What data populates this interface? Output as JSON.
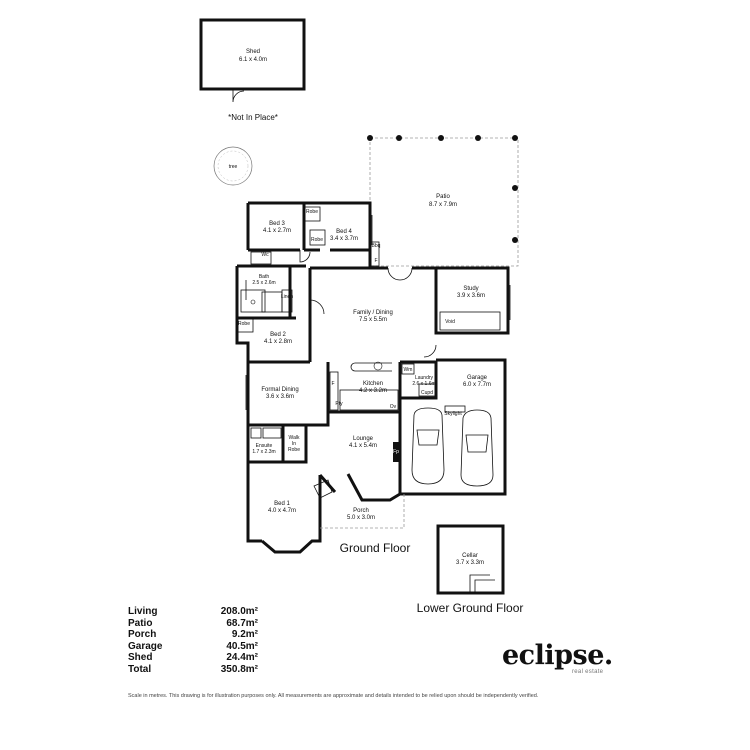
{
  "rooms": {
    "shed": {
      "name": "Shed",
      "size": "6.1 x 4.0m"
    },
    "not_in_place": "*Not In Place*",
    "tree": "tree",
    "patio": {
      "name": "Patio",
      "size": "8.7 x 7.9m"
    },
    "bed3": {
      "name": "Bed 3",
      "size": "4.1 x 2.7m"
    },
    "bed4": {
      "name": "Bed 4",
      "size": "3.4 x 3.7m"
    },
    "robe_a": "Robe",
    "robe_b": "Robe",
    "robe_c": "Robe",
    "bbq": "Bbq",
    "wc": "Wc",
    "bath": {
      "name": "Bath",
      "size": "2.5 x 2.6m"
    },
    "linen": "Linen",
    "bed2": {
      "name": "Bed 2",
      "size": "4.1 x 2.8m"
    },
    "family": {
      "name": "Family / Dining",
      "size": "7.5 x 5.5m"
    },
    "study": {
      "name": "Study",
      "size": "3.9 x 3.6m"
    },
    "void": "Void",
    "formal_dining": {
      "name": "Formal Dining",
      "size": "3.6 x 3.6m"
    },
    "kitchen": {
      "name": "Kitchen",
      "size": "4.2 x 3.2m"
    },
    "pty": "Pty",
    "ov": "Ov",
    "f_a": "F",
    "f_b": "F",
    "wm": "Wm",
    "laundry": {
      "name": "Laundry",
      "size": "2.6 x 1.6m"
    },
    "cupd": "Cupd",
    "garage": {
      "name": "Garage",
      "size": "6.0 x 7.7m"
    },
    "skylight": "Skylight",
    "ensuite": {
      "name": "Ensuite",
      "size": "1.7 x 2.3m"
    },
    "walk_in_robe": {
      "line1": "Walk",
      "line2": "In",
      "line3": "Robe"
    },
    "lounge": {
      "name": "Lounge",
      "size": "4.1 x 5.4m"
    },
    "fp": "Fp",
    "bed1": {
      "name": "Bed 1",
      "size": "4.0 x 4.7m"
    },
    "porch": {
      "name": "Porch",
      "size": "5.0 x 3.0m"
    },
    "cellar": {
      "name": "Cellar",
      "size": "3.7 x 3.3m"
    }
  },
  "headings": {
    "ground_floor": "Ground Floor",
    "lower_ground_floor": "Lower Ground Floor"
  },
  "areas": [
    {
      "name": "Living",
      "value": "208.0m²"
    },
    {
      "name": "Patio",
      "value": "68.7m²"
    },
    {
      "name": "Porch",
      "value": "9.2m²"
    },
    {
      "name": "Garage",
      "value": "40.5m²"
    },
    {
      "name": "Shed",
      "value": "24.4m²"
    },
    {
      "name": "Total",
      "value": "350.8m²"
    }
  ],
  "logo": {
    "word": "eclipse.",
    "sub": "real estate"
  },
  "disclaimer": "Scale in metres. This drawing is for illustration purposes only. All measurements are approximate and details intended to be relied upon should be independently verified."
}
